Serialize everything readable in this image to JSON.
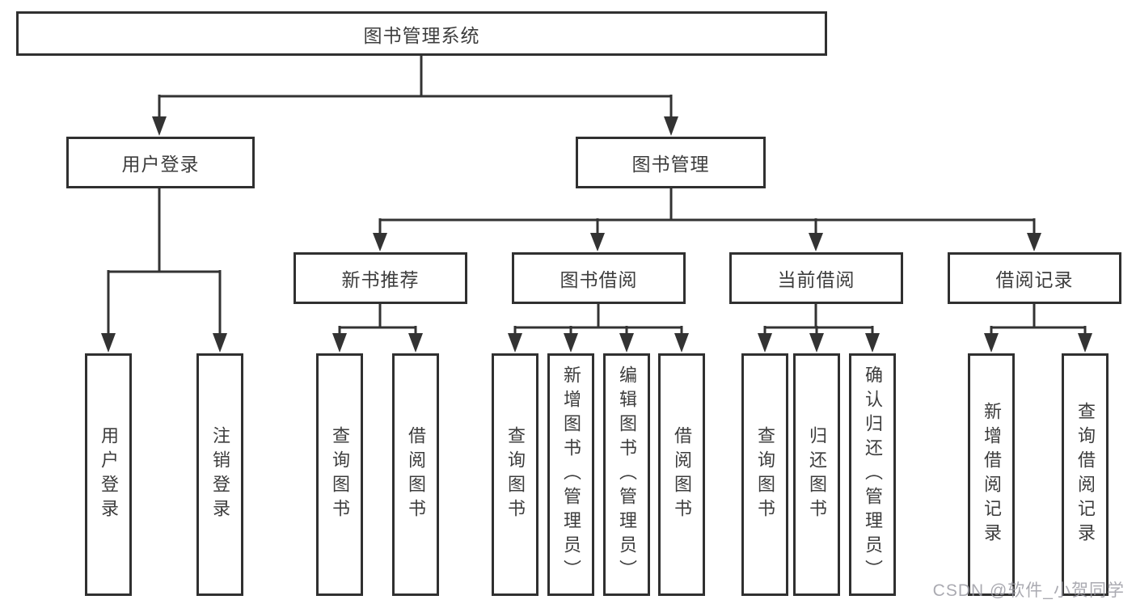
{
  "diagram": {
    "title": "图书管理系统",
    "watermark": "CSDN @软件_小贺同学",
    "colors": {
      "line": "#333333",
      "box_border": "#303030",
      "text": "#3d3d3d",
      "watermark": "#9c9ca4",
      "background": "#ffffff"
    },
    "nodes": {
      "root": "图书管理系统",
      "user_login": "用户登录",
      "book_mgmt": "图书管理",
      "new_book_rec": "新书推荐",
      "book_borrow": "图书借阅",
      "current_borrow": "当前借阅",
      "borrow_record": "借阅记录",
      "login": "用户登录",
      "logout": "注销登录",
      "rec_query_book": "查询图书",
      "rec_borrow_book": "借阅图书",
      "bb_query_book": "查询图书",
      "bb_add_book": "新增图书（管理员）",
      "bb_edit_book": "编辑图书（管理员）",
      "bb_borrow_book": "借阅图书",
      "cb_query_book": "查询图书",
      "cb_return_book": "归还图书",
      "cb_confirm_return": "确认归还（管理员）",
      "br_add_record": "新增借阅记录",
      "br_query_record": "查询借阅记录"
    },
    "tree": {
      "label": "图书管理系统",
      "children": [
        {
          "label": "用户登录",
          "children": [
            "用户登录",
            "注销登录"
          ]
        },
        {
          "label": "图书管理",
          "children": [
            {
              "label": "新书推荐",
              "children": [
                "查询图书",
                "借阅图书"
              ]
            },
            {
              "label": "图书借阅",
              "children": [
                "查询图书",
                "新增图书（管理员）",
                "编辑图书（管理员）",
                "借阅图书"
              ]
            },
            {
              "label": "当前借阅",
              "children": [
                "查询图书",
                "归还图书",
                "确认归还（管理员）"
              ]
            },
            {
              "label": "借阅记录",
              "children": [
                "新增借阅记录",
                "查询借阅记录"
              ]
            }
          ]
        }
      ]
    }
  }
}
